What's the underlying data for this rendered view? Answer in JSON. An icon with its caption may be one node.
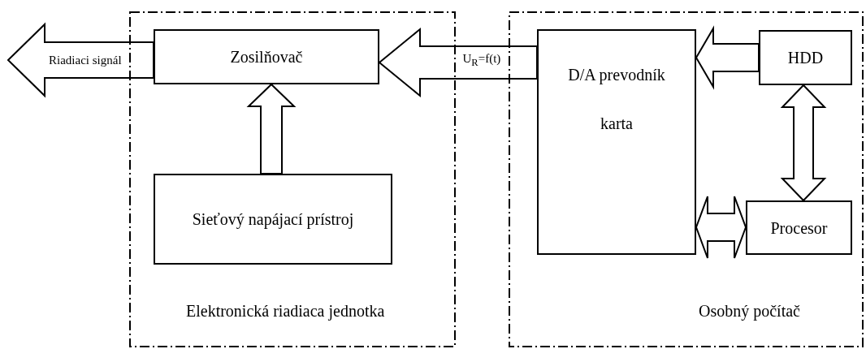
{
  "diagram": {
    "nodes": [
      {
        "text": [
          "Elektronická riadiaca jednotka"
        ]
      },
      {
        "text": [
          "Zosilňovač"
        ],
        "in": 0
      },
      {
        "text": [
          "Sieťový napájací prístroj"
        ],
        "in": 0
      },
      {
        "text": [
          "Osobný počítač"
        ]
      },
      {
        "text": [
          "D/A prevodník",
          "karta"
        ],
        "in": 3
      },
      {
        "text": [
          "HDD"
        ],
        "in": 3
      },
      {
        "text": [
          "Procesor"
        ],
        "in": 3
      }
    ],
    "edges": [
      {
        "from": 1,
        "to": null,
        "arrow": "to",
        "label": "Riadiaci signál"
      },
      {
        "from": 2,
        "to": 1,
        "arrow": "to"
      },
      {
        "from": 4,
        "to": 1,
        "arrow": "to",
        "label": "U$_{R}$=f(t)"
      },
      {
        "from": 5,
        "to": 4,
        "arrow": "to"
      },
      {
        "from": 5,
        "to": 6,
        "arrow": "both"
      },
      {
        "from": 6,
        "to": 4,
        "arrow": "both"
      }
    ]
  }
}
